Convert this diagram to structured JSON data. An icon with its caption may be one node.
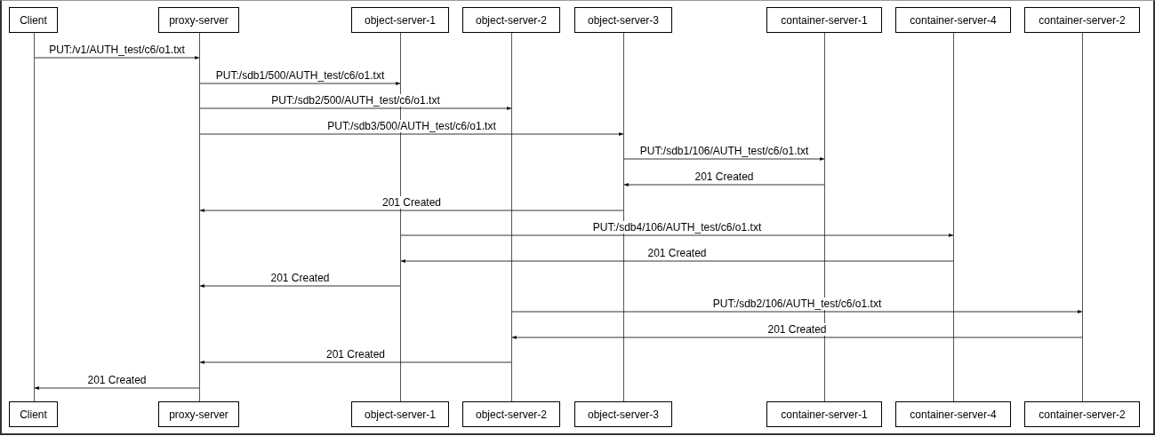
{
  "diagram": {
    "nodes": [
      {
        "text": [
          "Client"
        ]
      },
      {
        "text": [
          "proxy-server"
        ]
      },
      {
        "text": [
          "object-server-1"
        ]
      },
      {
        "text": [
          "object-server-2"
        ]
      },
      {
        "text": [
          "object-server-3"
        ]
      },
      {
        "text": [
          "container-server-1"
        ]
      },
      {
        "text": [
          "container-server-4"
        ]
      },
      {
        "text": [
          "container-server-2"
        ]
      },
      {
        "text": [],
        "shape": "line"
      },
      {
        "text": [],
        "shape": "line"
      },
      {
        "text": [],
        "shape": "line"
      },
      {
        "text": [],
        "shape": "line"
      },
      {
        "text": [],
        "shape": "line"
      },
      {
        "text": [],
        "shape": "line"
      },
      {
        "text": [],
        "shape": "line"
      },
      {
        "text": [],
        "shape": "line"
      },
      {
        "text": [
          "Client"
        ]
      },
      {
        "text": [
          "proxy-server"
        ]
      },
      {
        "text": [
          "object-server-1"
        ]
      },
      {
        "text": [
          "object-server-2"
        ]
      },
      {
        "text": [
          "object-server-3"
        ]
      },
      {
        "text": [
          "container-server-1"
        ]
      },
      {
        "text": [
          "container-server-4"
        ]
      },
      {
        "text": [
          "container-server-2"
        ]
      }
    ],
    "edges": [
      {
        "from": 8,
        "to": 9,
        "arrow": "to",
        "label": "PUT:/v1/AUTH_test/c6/o1.txt"
      },
      {
        "from": 9,
        "to": 10,
        "arrow": "to",
        "label": "PUT:/sdb1/500/AUTH_test/c6/o1.txt"
      },
      {
        "from": 9,
        "to": 11,
        "arrow": "to",
        "label": "PUT:/sdb2/500/AUTH_test/c6/o1.txt"
      },
      {
        "from": 9,
        "to": 12,
        "arrow": "to",
        "label": "PUT:/sdb3/500/AUTH_test/c6/o1.txt"
      },
      {
        "from": 12,
        "to": 13,
        "arrow": "to",
        "label": "PUT:/sdb1/106/AUTH_test/c6/o1.txt"
      },
      {
        "from": 13,
        "to": 12,
        "arrow": "to",
        "label": "201 Created"
      },
      {
        "from": 12,
        "to": 9,
        "arrow": "to",
        "label": "201 Created"
      },
      {
        "from": 10,
        "to": 14,
        "arrow": "to",
        "label": "PUT:/sdb4/106/AUTH_test/c6/o1.txt"
      },
      {
        "from": 14,
        "to": 10,
        "arrow": "to",
        "label": "201 Created"
      },
      {
        "from": 10,
        "to": 9,
        "arrow": "to",
        "label": "201 Created"
      },
      {
        "from": 11,
        "to": 15,
        "arrow": "to",
        "label": "PUT:/sdb2/106/AUTH_test/c6/o1.txt"
      },
      {
        "from": 15,
        "to": 11,
        "arrow": "to",
        "label": "201 Created"
      },
      {
        "from": 11,
        "to": 9,
        "arrow": "to",
        "label": "201 Created"
      },
      {
        "from": 9,
        "to": 8,
        "arrow": "to",
        "label": "201 Created"
      }
    ]
  }
}
